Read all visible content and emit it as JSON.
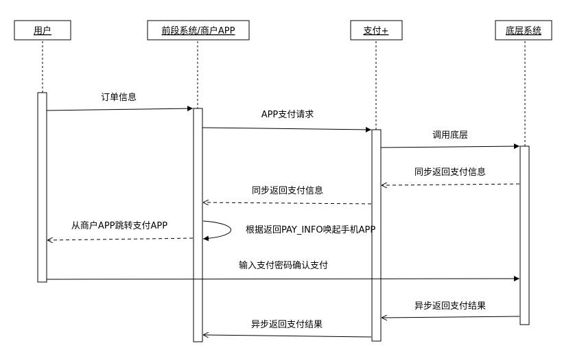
{
  "actors": [
    {
      "id": "user",
      "label": "用户"
    },
    {
      "id": "merchant",
      "label": "前段系统/商户APP"
    },
    {
      "id": "pay",
      "label": "支付+"
    },
    {
      "id": "base",
      "label": "底层系统"
    }
  ],
  "messages": [
    {
      "from": "user",
      "to": "merchant",
      "label": "订单信息",
      "style": "sync"
    },
    {
      "from": "merchant",
      "to": "pay",
      "label": "APP支付请求",
      "style": "sync"
    },
    {
      "from": "pay",
      "to": "base",
      "label": "调用底层",
      "style": "sync"
    },
    {
      "from": "base",
      "to": "pay",
      "label": "同步返回支付信息",
      "style": "return"
    },
    {
      "from": "pay",
      "to": "merchant",
      "label": "同步返回支付信息",
      "style": "return"
    },
    {
      "from": "merchant",
      "to": "merchant",
      "label": "根据返回PAY_INFO唤起手机APP",
      "style": "self"
    },
    {
      "from": "merchant",
      "to": "user",
      "label": "从商户APP跳转支付APP",
      "style": "return"
    },
    {
      "from": "user",
      "to": "base",
      "label": "输入支付密码确认支付",
      "style": "sync"
    },
    {
      "from": "base",
      "to": "pay",
      "label": "异步返回支付结果",
      "style": "solid-open"
    },
    {
      "from": "pay",
      "to": "merchant",
      "label": "异步返回支付结果",
      "style": "solid-open"
    }
  ]
}
